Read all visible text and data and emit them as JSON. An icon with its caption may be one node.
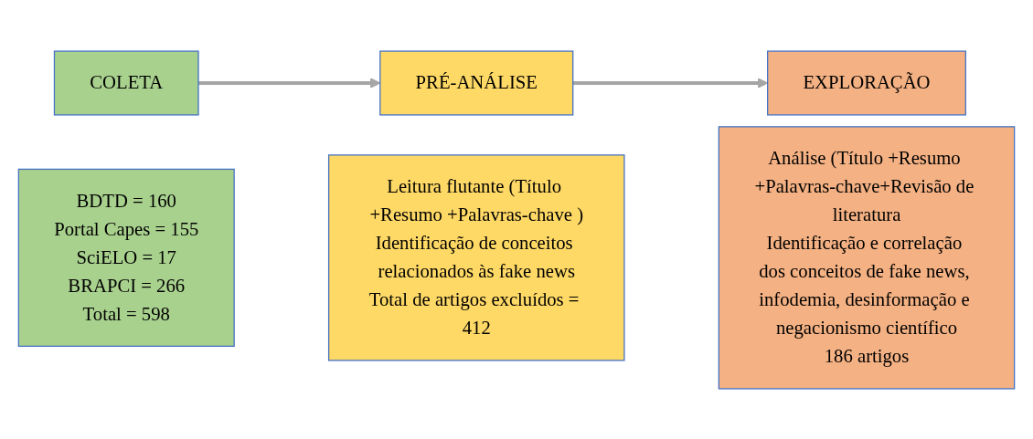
{
  "diagram": {
    "nodes": [
      {
        "text": [
          "COLETA"
        ]
      },
      {
        "text": [
          "BDTD = 160",
          "Portal Capes = 155",
          "SciELO = 17",
          "BRAPCI = 266",
          "Total = 598"
        ]
      },
      {
        "text": [
          "PRÉ-ANÁLISE"
        ]
      },
      {
        "text": [
          "Leitura flutante (Título +Resumo +Palavras-chave )",
          "Identificação de conceitos relacionados às fake news",
          "Total de artigos excluídos = 412"
        ]
      },
      {
        "text": [
          "EXPLORAÇÃO"
        ]
      },
      {
        "text": [
          "Análise (Título +Resumo +Palavras-chave+Revisão de literatura",
          "Identificação e correlação dos conceitos de fake news, infodemia, desinformação e negacionismo científico",
          "186 artigos"
        ]
      }
    ],
    "edges": [
      {
        "from": 0,
        "to": 2,
        "arrow": "to"
      },
      {
        "from": 2,
        "to": 4,
        "arrow": "to"
      }
    ]
  }
}
